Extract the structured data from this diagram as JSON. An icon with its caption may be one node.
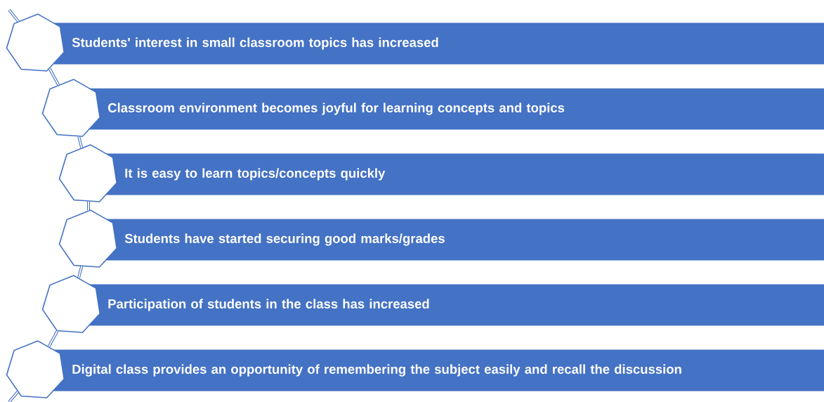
{
  "diagram": {
    "nodes": [
      {
        "text": [],
        "shape": "heptagon"
      },
      {
        "text": [
          "Students' interest in small classroom topics has increased"
        ]
      },
      {
        "text": [],
        "shape": "heptagon"
      },
      {
        "text": [
          "Classroom environment becomes joyful for learning concepts and topics"
        ]
      },
      {
        "text": [],
        "shape": "heptagon"
      },
      {
        "text": [
          "It is easy to learn topics/concepts quickly"
        ]
      },
      {
        "text": [],
        "shape": "heptagon"
      },
      {
        "text": [
          "Students have started securing good marks/grades"
        ]
      },
      {
        "text": [],
        "shape": "heptagon"
      },
      {
        "text": [
          "Participation of students in the class has increased"
        ]
      },
      {
        "text": [],
        "shape": "heptagon"
      },
      {
        "text": [
          "Digital class provides an opportunity of remembering the subject easily and recall the discussion"
        ]
      }
    ],
    "edges": [
      {
        "from": null,
        "to": 0,
        "arrow": "none"
      },
      {
        "from": 0,
        "to": 2,
        "arrow": "none"
      },
      {
        "from": 2,
        "to": 4,
        "arrow": "none"
      },
      {
        "from": 4,
        "to": 6,
        "arrow": "none"
      },
      {
        "from": 6,
        "to": 8,
        "arrow": "none"
      },
      {
        "from": 8,
        "to": 10,
        "arrow": "none"
      },
      {
        "from": 10,
        "to": null,
        "arrow": "none"
      }
    ]
  }
}
